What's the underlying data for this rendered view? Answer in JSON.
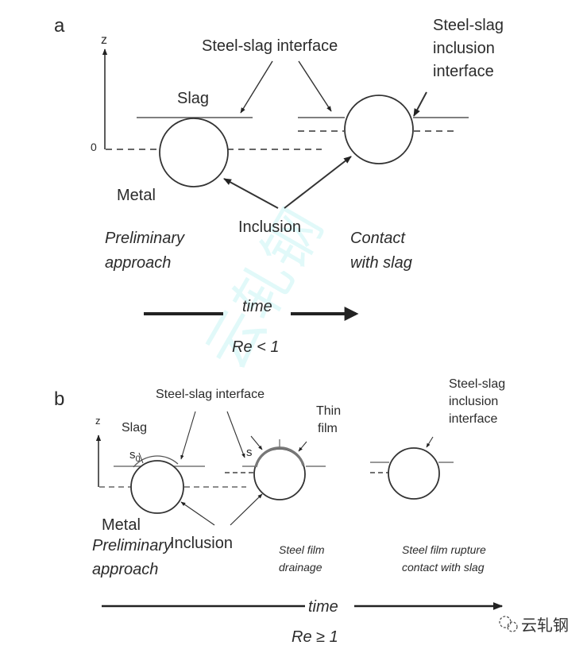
{
  "figure": {
    "panel_a": {
      "label": "a",
      "axis_label": "z",
      "origin_label": "0",
      "slag_label": "Slag",
      "metal_label": "Metal",
      "interface_label": "Steel-slag interface",
      "inclusion_interface_label": [
        "Steel-slag",
        "inclusion",
        "interface"
      ],
      "inclusion_label": "Inclusion",
      "stage_1": [
        "Preliminary",
        "approach"
      ],
      "stage_2": [
        "Contact",
        "with slag"
      ],
      "time_label": "time",
      "regime_label": "Re < 1"
    },
    "panel_b": {
      "label": "b",
      "axis_label": "z",
      "slag_label": "Slag",
      "metal_label": "Metal",
      "s0_label": "s",
      "s0_sub": "0",
      "s_label": "s",
      "interface_label": "Steel-slag interface",
      "thin_film_label": [
        "Thin",
        "film"
      ],
      "inclusion_interface_label": [
        "Steel-slag",
        "inclusion",
        "interface"
      ],
      "inclusion_label": "Inclusion",
      "stage_1": [
        "Preliminary",
        "approach"
      ],
      "stage_2": [
        "Steel film",
        "drainage"
      ],
      "stage_3": [
        "Steel film rupture",
        "contact with slag"
      ],
      "time_label": "time",
      "regime_label": "Re ≥ 1"
    },
    "watermark": {
      "center_text": "云轧钢",
      "corner_text": "云轧钢",
      "corner_icon": "wechat-icon"
    }
  }
}
